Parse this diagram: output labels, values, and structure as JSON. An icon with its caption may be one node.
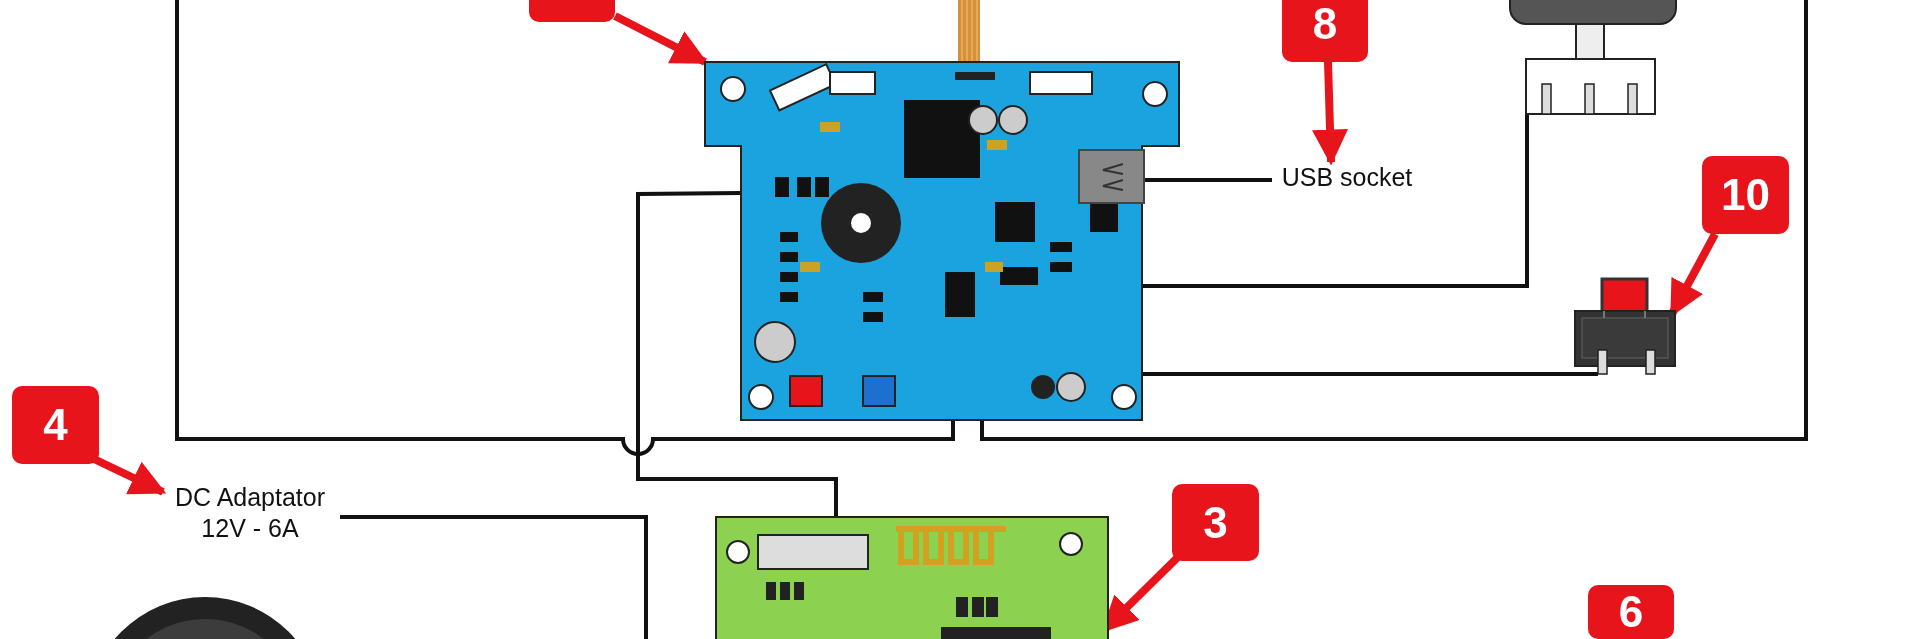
{
  "diagram": {
    "nodes": [
      {
        "text": [],
        "shape": "box"
      },
      {
        "text": [],
        "shape": "picture"
      },
      {
        "text": [],
        "shape": "picture",
        "in": 1
      },
      {
        "text": [
          "8"
        ]
      },
      {
        "text": [],
        "shape": "picture"
      },
      {
        "text": [
          "USB socket"
        ]
      },
      {
        "text": [
          "10"
        ]
      },
      {
        "text": [],
        "shape": "picture"
      },
      {
        "text": [
          "4"
        ]
      },
      {
        "text": [
          "DC Adaptator 12V - 6A"
        ]
      },
      {
        "text": [],
        "shape": "picture"
      },
      {
        "text": [
          "3"
        ]
      },
      {
        "text": [
          "6"
        ]
      },
      {
        "text": [],
        "shape": "picture"
      }
    ],
    "edges": [
      {
        "from": 0,
        "to": 1,
        "arrow": "to",
        "style": "thick",
        "color": "#e8141b"
      },
      {
        "from": 3,
        "to": 5,
        "arrow": "to",
        "style": "thick",
        "color": "#e8141b"
      },
      {
        "from": 6,
        "to": 7,
        "arrow": "to",
        "style": "thick",
        "color": "#e8141b"
      },
      {
        "from": 8,
        "to": 9,
        "arrow": "to",
        "style": "thick",
        "color": "#e8141b"
      },
      {
        "from": 11,
        "to": 10,
        "arrow": "to",
        "style": "thick",
        "color": "#e8141b"
      },
      {
        "from": null,
        "to": 1,
        "arrow": "none"
      },
      {
        "from": 1,
        "to": null,
        "arrow": "none"
      },
      {
        "from": 1,
        "to": 10,
        "arrow": "none"
      },
      {
        "from": 5,
        "to": 2,
        "arrow": "none"
      },
      {
        "from": 1,
        "to": 4,
        "arrow": "none"
      },
      {
        "from": 1,
        "to": 7,
        "arrow": "none"
      },
      {
        "from": 9,
        "to": null,
        "arrow": "none"
      }
    ]
  }
}
